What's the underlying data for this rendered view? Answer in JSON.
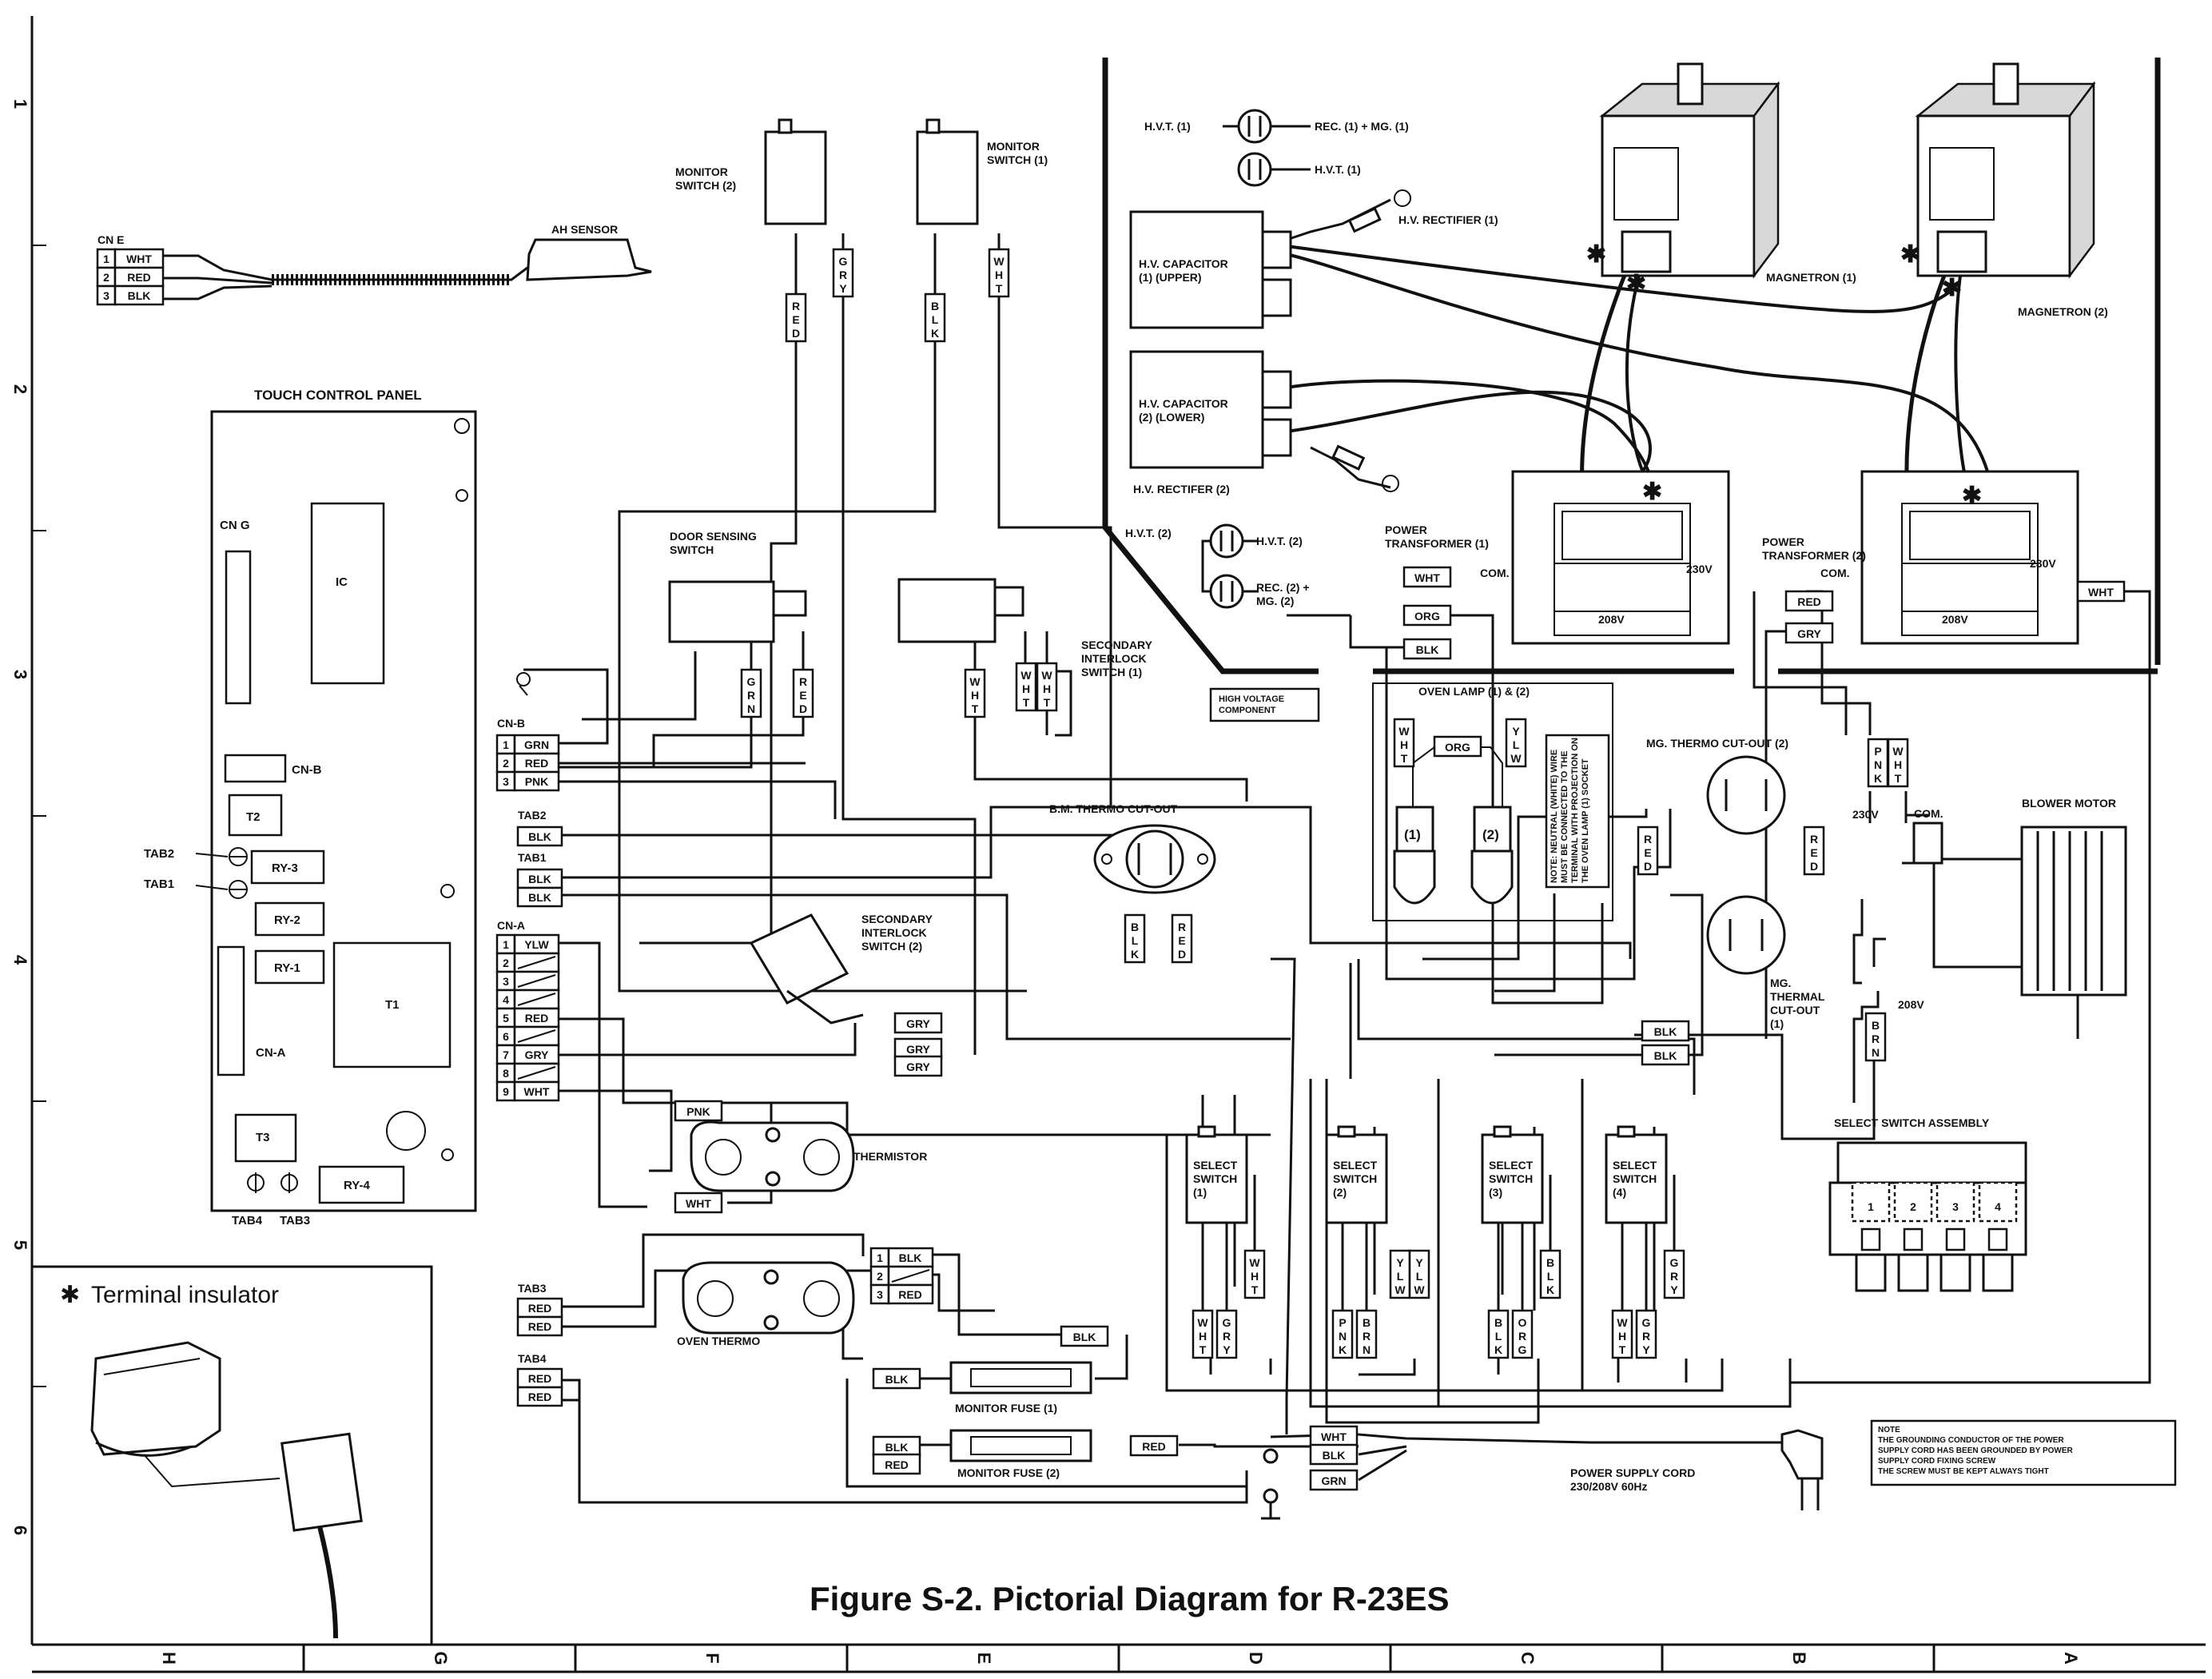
{
  "title": "Figure S-2. Pictorial Diagram for R-23ES",
  "terminal_insulator": {
    "symbol": "✱",
    "label": "Terminal insulator"
  },
  "rulers": {
    "bottom": [
      "H",
      "G",
      "F",
      "E",
      "D",
      "C",
      "B",
      "A"
    ],
    "left": [
      "1",
      "2",
      "3",
      "4",
      "5",
      "6"
    ]
  },
  "control_panel": {
    "title": "TOUCH CONTROL PANEL",
    "ic": "IC",
    "cng": "CN G",
    "cnb": "CN-B",
    "t1": "T1",
    "t2": "T2",
    "t3": "T3",
    "ry1": "RY-1",
    "ry2": "RY-2",
    "ry3": "RY-3",
    "ry4": "RY-4",
    "cna": "CN-A",
    "tab1": "TAB1",
    "tab2": "TAB2",
    "tab3": "TAB3",
    "tab4": "TAB4"
  },
  "cne": {
    "label": "CN E",
    "pins": [
      "1",
      "2",
      "3"
    ],
    "wires": [
      "WHT",
      "RED",
      "BLK"
    ],
    "sensor": "AH SENSOR"
  },
  "cnb_conn": {
    "label": "CN-B",
    "pins": [
      "1",
      "2",
      "3"
    ],
    "wires": [
      "GRN",
      "RED",
      "PNK"
    ]
  },
  "tab2_conn": {
    "label": "TAB2",
    "wires": [
      "BLK"
    ]
  },
  "tab1_conn": {
    "label": "TAB1",
    "wires": [
      "BLK",
      "BLK"
    ]
  },
  "cna_conn": {
    "label": "CN-A",
    "pins": [
      "1",
      "2",
      "3",
      "4",
      "5",
      "6",
      "7",
      "8",
      "9"
    ],
    "wires": [
      "YLW",
      "",
      "",
      "",
      "RED",
      "",
      "GRY",
      "",
      "WHT"
    ]
  },
  "tab3_conn": {
    "label": "TAB3",
    "wires": [
      "RED",
      "RED"
    ]
  },
  "tab4_conn": {
    "label": "TAB4",
    "wires": [
      "RED",
      "RED"
    ]
  },
  "components": {
    "monitor_switch_2": "MONITOR\nSWITCH (2)",
    "monitor_switch_1": "MONITOR\nSWITCH (1)",
    "door_sensing_switch": "DOOR SENSING\nSWITCH",
    "secondary_interlock_1": "SECONDARY\nINTERLOCK\nSWITCH (1)",
    "secondary_interlock_2": "SECONDARY\nINTERLOCK\nSWITCH (2)",
    "bm_thermo": "B.M. THERMO CUT-OUT",
    "thermistor": "THERMISTOR",
    "oven_thermo": "OVEN THERMO",
    "monitor_fuse_1": "MONITOR FUSE (1)",
    "monitor_fuse_2": "MONITOR FUSE (2)",
    "select_switch_1": "SELECT\nSWITCH\n(1)",
    "select_switch_2": "SELECT\nSWITCH\n(2)",
    "select_switch_3": "SELECT\nSWITCH\n(3)",
    "select_switch_4": "SELECT\nSWITCH\n(4)",
    "select_switch_assembly": "SELECT SWITCH ASSEMBLY",
    "assembly_numbers": [
      "1",
      "2",
      "3",
      "4"
    ],
    "oven_lamp": "OVEN LAMP (1) & (2)",
    "lamp_1": "(1)",
    "lamp_2": "(2)",
    "lamp_note": "NOTE: NEUTRAL (WHITE) WIRE MUST BE CONNECTED TO THE TERMINAL WITH PROJECTION ON THE OVEN LAMP (1) SOCKET",
    "mg_thermo_2": "MG. THERMO CUT-OUT (2)",
    "mg_thermal_1": "MG.\nTHERMAL\nCUT-OUT\n(1)",
    "blower_motor": "BLOWER MOTOR",
    "power_supply_cord": "POWER SUPPLY CORD\n230/208V 60Hz",
    "ground_note": "NOTE\nTHE GROUNDING CONDUCTOR OF THE POWER\nSUPPLY CORD HAS BEEN GROUNDED BY POWER\nSUPPLY CORD FIXING SCREW\nTHE SCREW MUST BE KEPT ALWAYS TIGHT"
  },
  "high_voltage": {
    "hvt1": "H.V.T. (1)",
    "rec1": "REC. (1) + MG. (1)",
    "hvt1b": "H.V.T. (1)",
    "hv_rectifier_1": "H.V. RECTIFIER (1)",
    "hv_cap_1": "H.V. CAPACITOR\n(1) (UPPER)",
    "hv_cap_2": "H.V. CAPACITOR\n(2) (LOWER)",
    "hv_rectifier_2": "H.V. RECTIFER (2)",
    "hvt2": "H.V.T. (2)",
    "hvt2b": "H.V.T. (2)",
    "rec2": "REC. (2) +\nMG. (2)",
    "power_transformer_1": "POWER\nTRANSFORMER (1)",
    "power_transformer_2": "POWER\nTRANSFORMER (2)",
    "magnetron_1": "MAGNETRON (1)",
    "magnetron_2": "MAGNETRON (2)",
    "badge": "HIGH VOLTAGE\nCOMPONENT",
    "v230": "230V",
    "v208": "208V",
    "com": "COM."
  },
  "wire_labels": {
    "red": "RED",
    "gry": "GRY",
    "blk": "BLK",
    "wht": "WHT",
    "grn": "GRN",
    "pnk": "PNK",
    "org": "ORG",
    "ylw": "YLW",
    "brn": "BRN"
  }
}
